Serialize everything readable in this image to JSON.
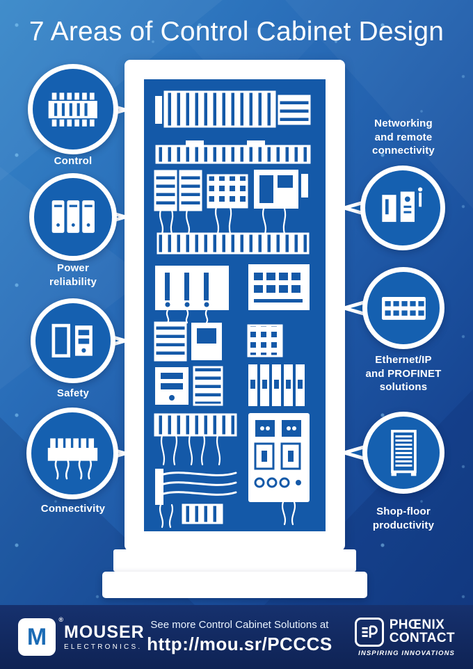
{
  "title": "7 Areas of Control Cabinet Design",
  "colors": {
    "background_top": "#3787c9",
    "background_bottom": "#143c86",
    "panel_blue": "#1459a8",
    "circle_blue": "#1560b0",
    "footer_navy": "#0f2355",
    "accent_white": "#ffffff"
  },
  "left_callouts": [
    {
      "id": "control",
      "label": "Control",
      "icon": "terminal-blocks-icon"
    },
    {
      "id": "power-reliability",
      "label": "Power\nreliability",
      "icon": "power-supplies-icon"
    },
    {
      "id": "safety",
      "label": "Safety",
      "icon": "safety-relays-icon"
    },
    {
      "id": "connectivity",
      "label": "Connectivity",
      "icon": "connectors-icon"
    }
  ],
  "right_callouts": [
    {
      "id": "networking",
      "label": "Networking\nand remote\nconnectivity",
      "icon": "gateway-modules-icon",
      "label_position": "above"
    },
    {
      "id": "ethernet",
      "label": "Ethernet/IP\nand PROFINET\nsolutions",
      "icon": "ethernet-switch-icon",
      "label_position": "below"
    },
    {
      "id": "shop-floor",
      "label": "Shop-floor\nproductivity",
      "icon": "server-rack-icon",
      "label_position": "below"
    }
  ],
  "cabinet": {
    "components": [
      "terminal-block-row",
      "din-rail-modules",
      "contactors-and-relays",
      "io-module",
      "terminal-strip",
      "motor-starters",
      "network-switch",
      "control-modules",
      "relays-and-breakers",
      "wired-terminal-row",
      "power-distribution-panel",
      "cable-bundle"
    ]
  },
  "footer": {
    "cta_line1": "See more Control Cabinet Solutions at",
    "cta_line2": "http://mou.sr/PCCCS",
    "mouser": {
      "logo_letter": "M",
      "registered_mark": "®",
      "name": "MOUSER",
      "subtitle": "ELECTRONICS."
    },
    "phoenix": {
      "name_line1": "PHŒNIX",
      "name_line2": "CONTACT",
      "tagline": "INSPIRING INNOVATIONS"
    }
  }
}
